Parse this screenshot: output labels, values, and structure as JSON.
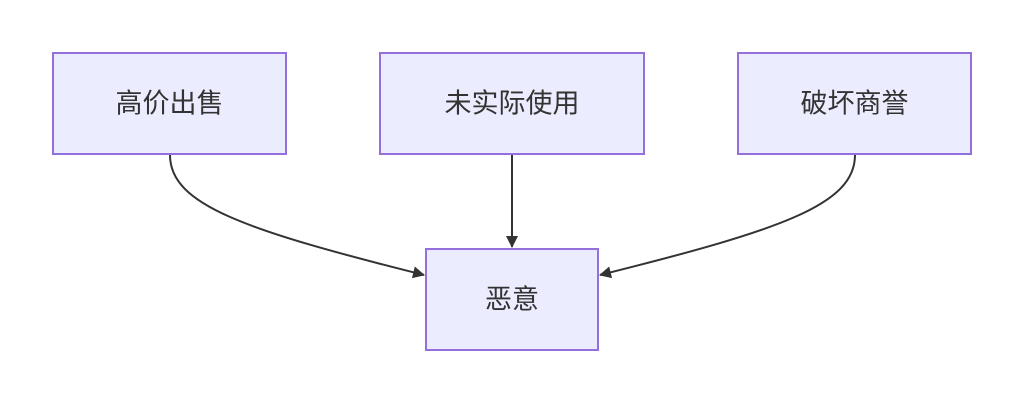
{
  "diagram": {
    "nodes": {
      "high_price_sale": "高价出售",
      "not_actually_used": "未实际使用",
      "damage_reputation": "破坏商誉",
      "malice": "恶意"
    },
    "edges": [
      {
        "from": "high_price_sale",
        "to": "malice"
      },
      {
        "from": "not_actually_used",
        "to": "malice"
      },
      {
        "from": "damage_reputation",
        "to": "malice"
      }
    ],
    "colors": {
      "node_fill": "#ececff",
      "node_border": "#9370db",
      "edge": "#333333",
      "text": "#333333"
    }
  }
}
